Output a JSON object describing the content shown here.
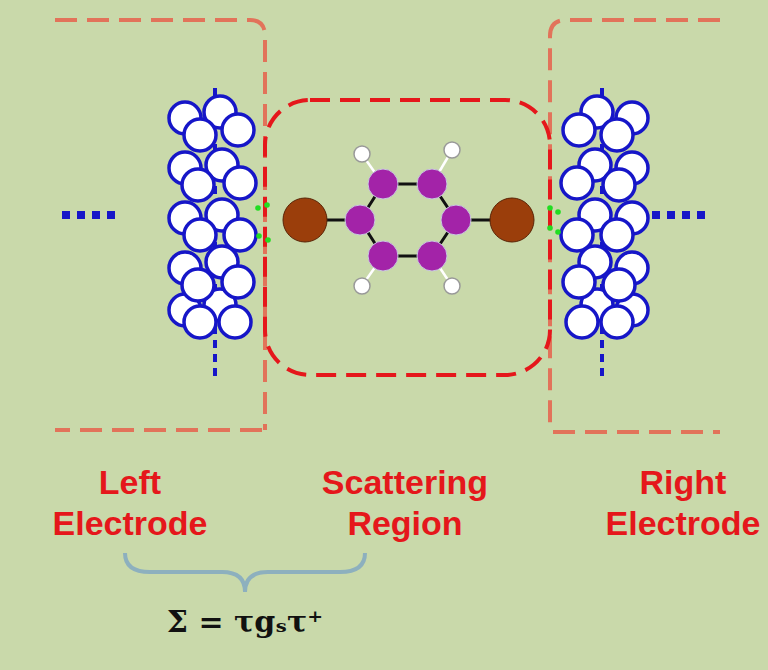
{
  "diagram": {
    "nodes": [
      {
        "text": [
          "Left Electrode"
        ]
      },
      {
        "text": [
          "Scattering Region"
        ]
      },
      {
        "text": [
          "Right Electrode"
        ]
      }
    ],
    "labels": [
      "Σ = τgₛτ⁺"
    ]
  }
}
